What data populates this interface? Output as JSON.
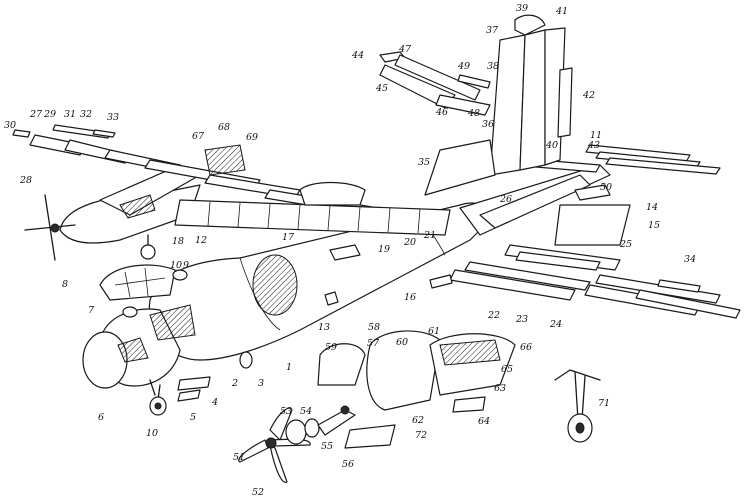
{
  "callouts": [
    "1",
    "2",
    "3",
    "4",
    "5",
    "6",
    "7",
    "8",
    "9",
    "10",
    "10",
    "11",
    "12",
    "13",
    "14",
    "15",
    "16",
    "17",
    "18",
    "19",
    "20",
    "21",
    "22",
    "23",
    "24",
    "25",
    "26",
    "27",
    "28",
    "29",
    "30",
    "31",
    "32",
    "33",
    "34",
    "35",
    "36",
    "37",
    "38",
    "39",
    "40",
    "41",
    "42",
    "43",
    "44",
    "45",
    "46",
    "47",
    "48",
    "49",
    "50",
    "51",
    "52",
    "53",
    "54",
    "55",
    "56",
    "57",
    "58",
    "59",
    "60",
    "61",
    "62",
    "63",
    "64",
    "65",
    "66",
    "67",
    "68",
    "69",
    "71",
    "72"
  ]
}
